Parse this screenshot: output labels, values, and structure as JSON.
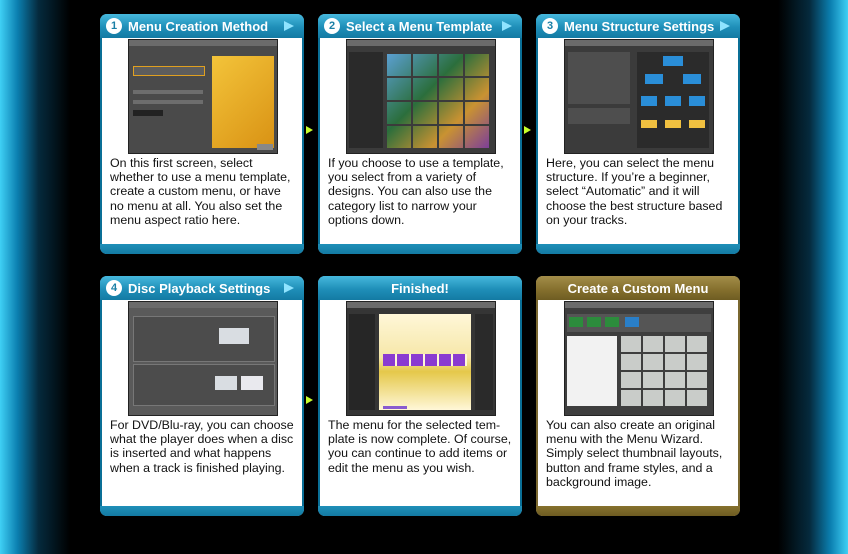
{
  "cards": [
    {
      "number": "1",
      "title": "Menu Creation Method",
      "text": "On this first screen, select whether to use a menu template, create a custom menu, or have no menu at all. You also set the menu aspect ratio here."
    },
    {
      "number": "2",
      "title": "Select a Menu Template",
      "text": "If you choose to use a template, you select from a variety of designs. You can also use the category list to narrow your options down."
    },
    {
      "number": "3",
      "title": "Menu Structure Settings",
      "text": "Here, you can select the menu structure. If you’re a beginner, select “Automatic” and it will choose the best structure based on your tracks."
    },
    {
      "number": "4",
      "title": "Disc Playback Settings",
      "text": "For DVD/Blu-ray, you can choose what the player does when a disc is inserted and what happens when a track is finished playing."
    },
    {
      "title": "Finished!",
      "text": "The menu for the selected tem-plate is now complete. Of course, you can continue to add items or edit the menu as you wish."
    },
    {
      "title": "Create a Custom Menu",
      "text": "You can also create an original menu with the Menu Wizard. Simply select thumbnail layouts, button and frame styles, and a background image."
    }
  ],
  "colors": {
    "accent": "#1f8fb8",
    "gold": "#86712e",
    "arrow": "#c8ff2a",
    "glow": "#3fd0f5"
  },
  "icons": [
    "next-arrow-icon",
    "step-arrow-icon"
  ]
}
